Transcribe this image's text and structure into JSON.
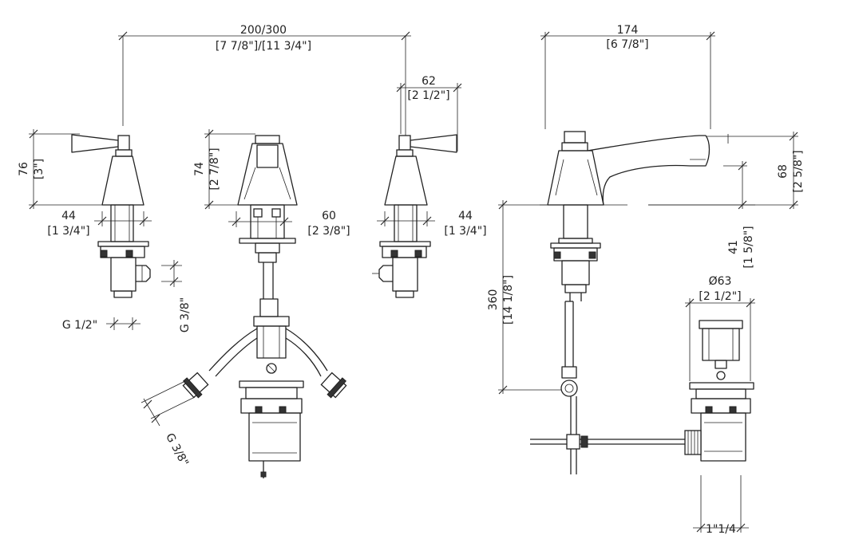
{
  "dimensions": {
    "spread": [
      "200/300",
      "[7 7/8\"]/[11 3/4\"]"
    ],
    "handle_width": [
      "62",
      "[2 1/2\"]"
    ],
    "spout_reach": [
      "174",
      "[6 7/8\"]"
    ],
    "left_valve_height": [
      "76",
      "[3\"]"
    ],
    "left_body_diameter": [
      "44",
      "[1 3/4\"]"
    ],
    "center_valve_height": [
      "74",
      "[2 7/8\"]"
    ],
    "center_shank": [
      "60",
      "[2 3/8\"]"
    ],
    "right_body_diameter": [
      "44",
      "[1 3/4\"]"
    ],
    "spout_height": [
      "68",
      "[2 5/8\"]"
    ],
    "spout_clearance": [
      "41",
      "[1 5/8\"]"
    ],
    "total_length": [
      "360",
      "[14 1/8\"]"
    ],
    "drain_diameter": [
      "Ø63",
      "[2 1/2\"]"
    ],
    "connection_left": "G 1/2\"",
    "connection_outlet": "G 3/8\"",
    "hose_connection": "G 3/8\"",
    "waste_thread": "1\"1/4"
  }
}
